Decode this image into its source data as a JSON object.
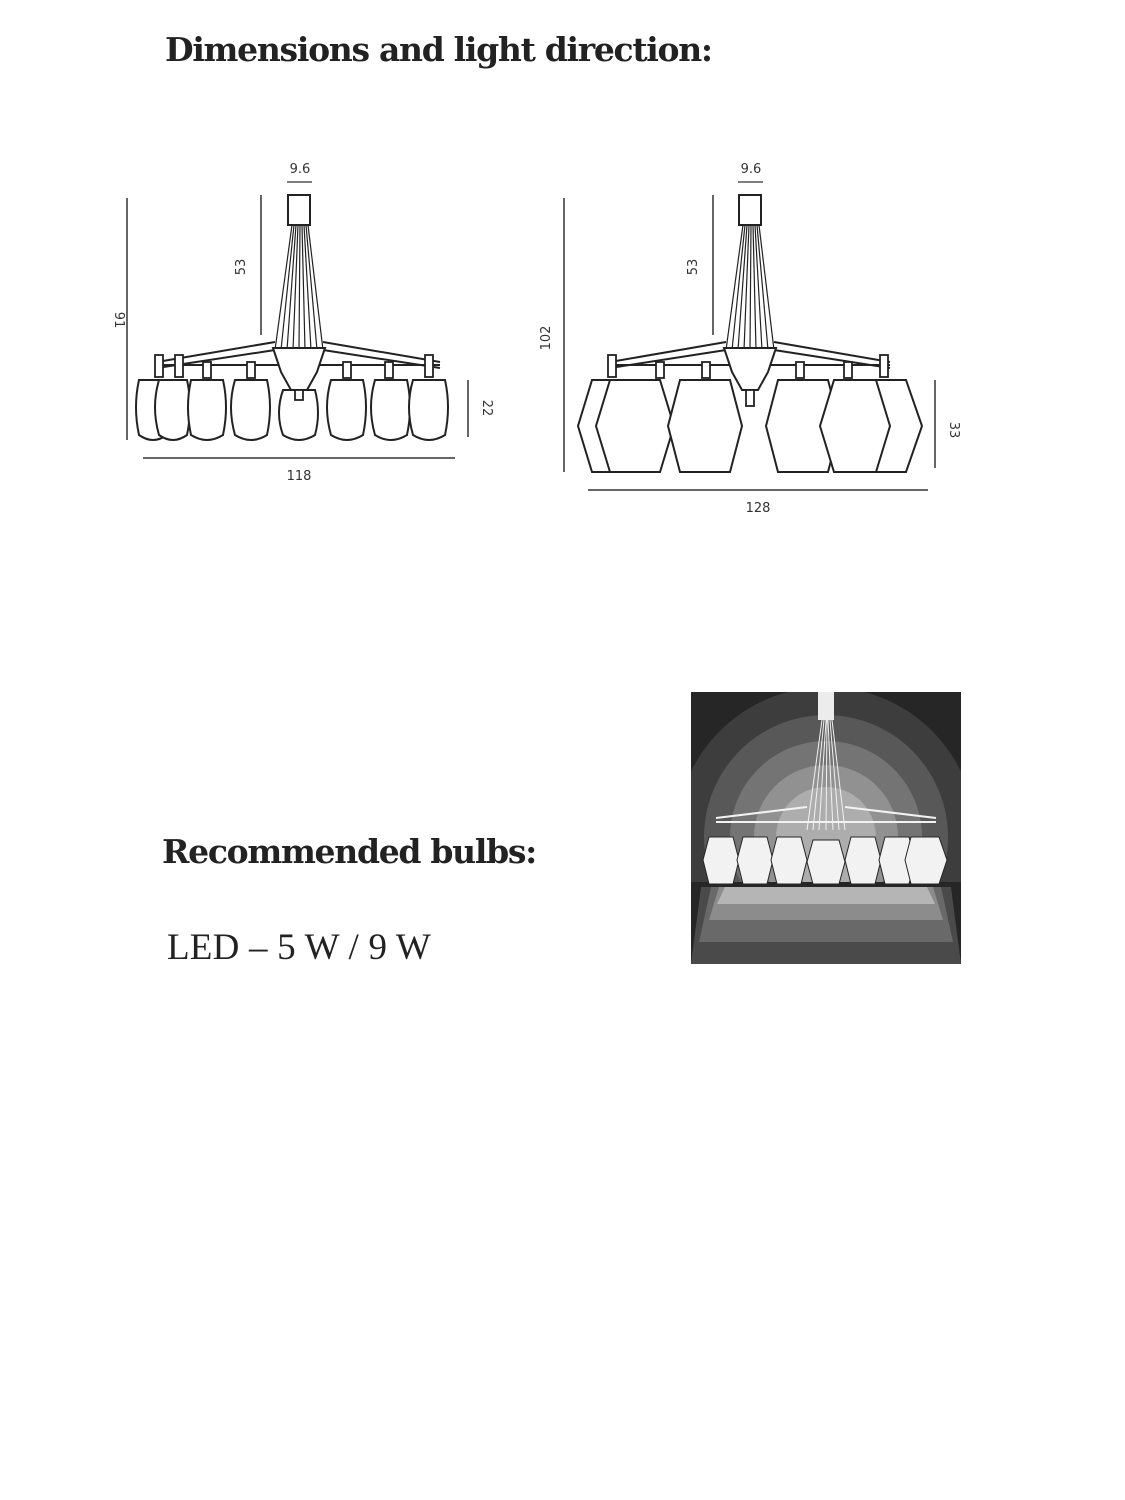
{
  "headings": {
    "dimensions": "Dimensions and light direction:",
    "bulbs": "Recommended bulbs:"
  },
  "bulbs_text": "LED – 5 W / 9 W",
  "drawings": [
    {
      "width": "118",
      "height": "91",
      "canopy": "9.6",
      "stem": "53",
      "shade": "22",
      "shades": 8
    },
    {
      "width": "128",
      "height": "102",
      "canopy": "9.6",
      "stem": "53",
      "shade": "33",
      "shades": 6
    }
  ]
}
